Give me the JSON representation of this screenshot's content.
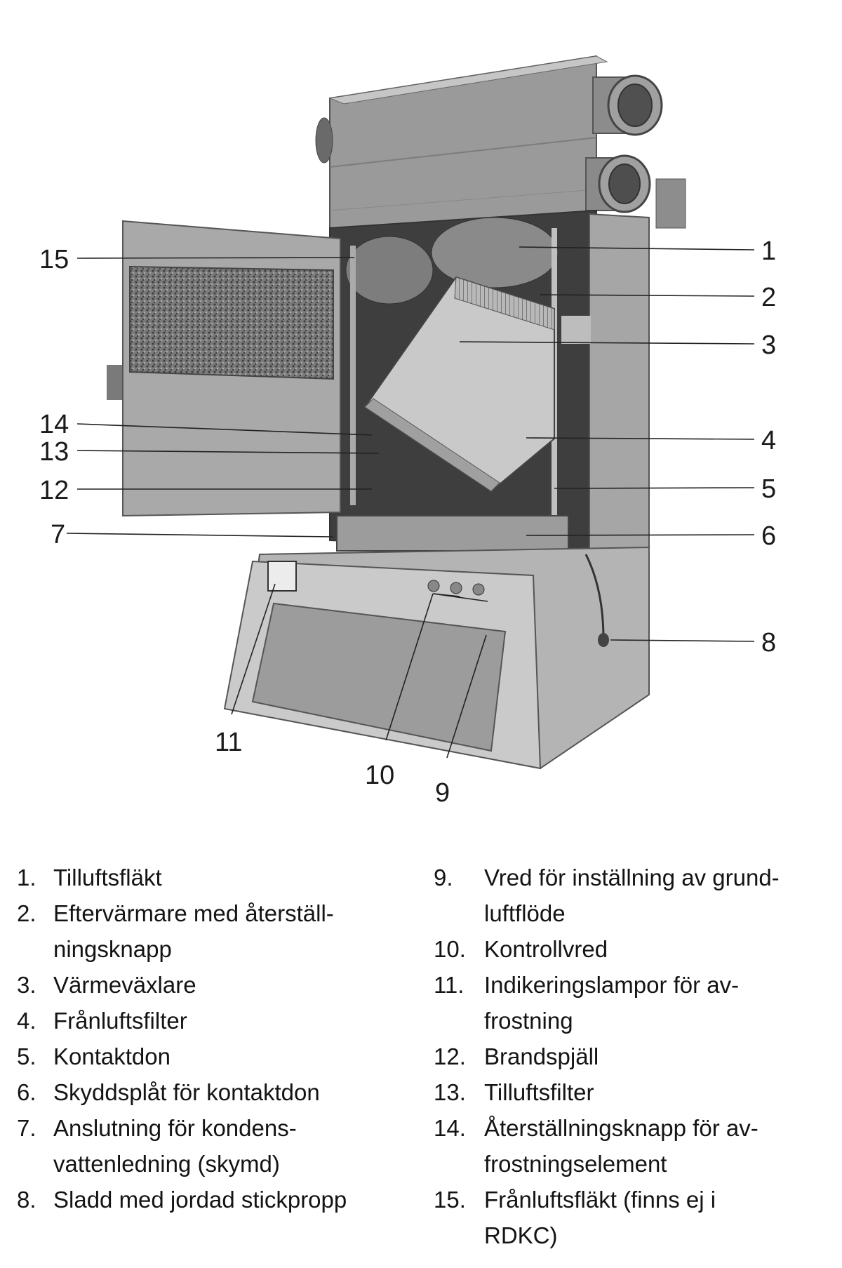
{
  "callouts": {
    "c1": "1",
    "c2": "2",
    "c3": "3",
    "c4": "4",
    "c5": "5",
    "c6": "6",
    "c7": "7",
    "c8": "8",
    "c9": "9",
    "c10": "10",
    "c11": "11",
    "c12": "12",
    "c13": "13",
    "c14": "14",
    "c15": "15"
  },
  "legend": {
    "left": [
      {
        "num": "1.",
        "text": "Tilluftsfläkt"
      },
      {
        "num": "2.",
        "text": "Eftervärmare med återställ-\nningsknapp"
      },
      {
        "num": "3.",
        "text": "Värmeväxlare"
      },
      {
        "num": "4.",
        "text": "Frånluftsfilter"
      },
      {
        "num": "5.",
        "text": "Kontaktdon"
      },
      {
        "num": "6.",
        "text": "Skyddsplåt för kontaktdon"
      },
      {
        "num": "7.",
        "text": "Anslutning för kondens-\nvattenledning (skymd)"
      },
      {
        "num": "8.",
        "text": "Sladd med jordad stickpropp"
      }
    ],
    "right": [
      {
        "num": "9.",
        "text": "Vred för inställning av  grund-\nluftflöde"
      },
      {
        "num": "10.",
        "text": "Kontrollvred"
      },
      {
        "num": "11.",
        "text": "Indikeringslampor för av-\nfrostning"
      },
      {
        "num": "12.",
        "text": "Brandspjäll"
      },
      {
        "num": "13.",
        "text": "Tilluftsfilter"
      },
      {
        "num": "14.",
        "text": "Återställningsknapp för av-\nfrostningselement"
      },
      {
        "num": "15.",
        "text": "Frånluftsfläkt (finns ej i\nRDKC)"
      }
    ]
  }
}
